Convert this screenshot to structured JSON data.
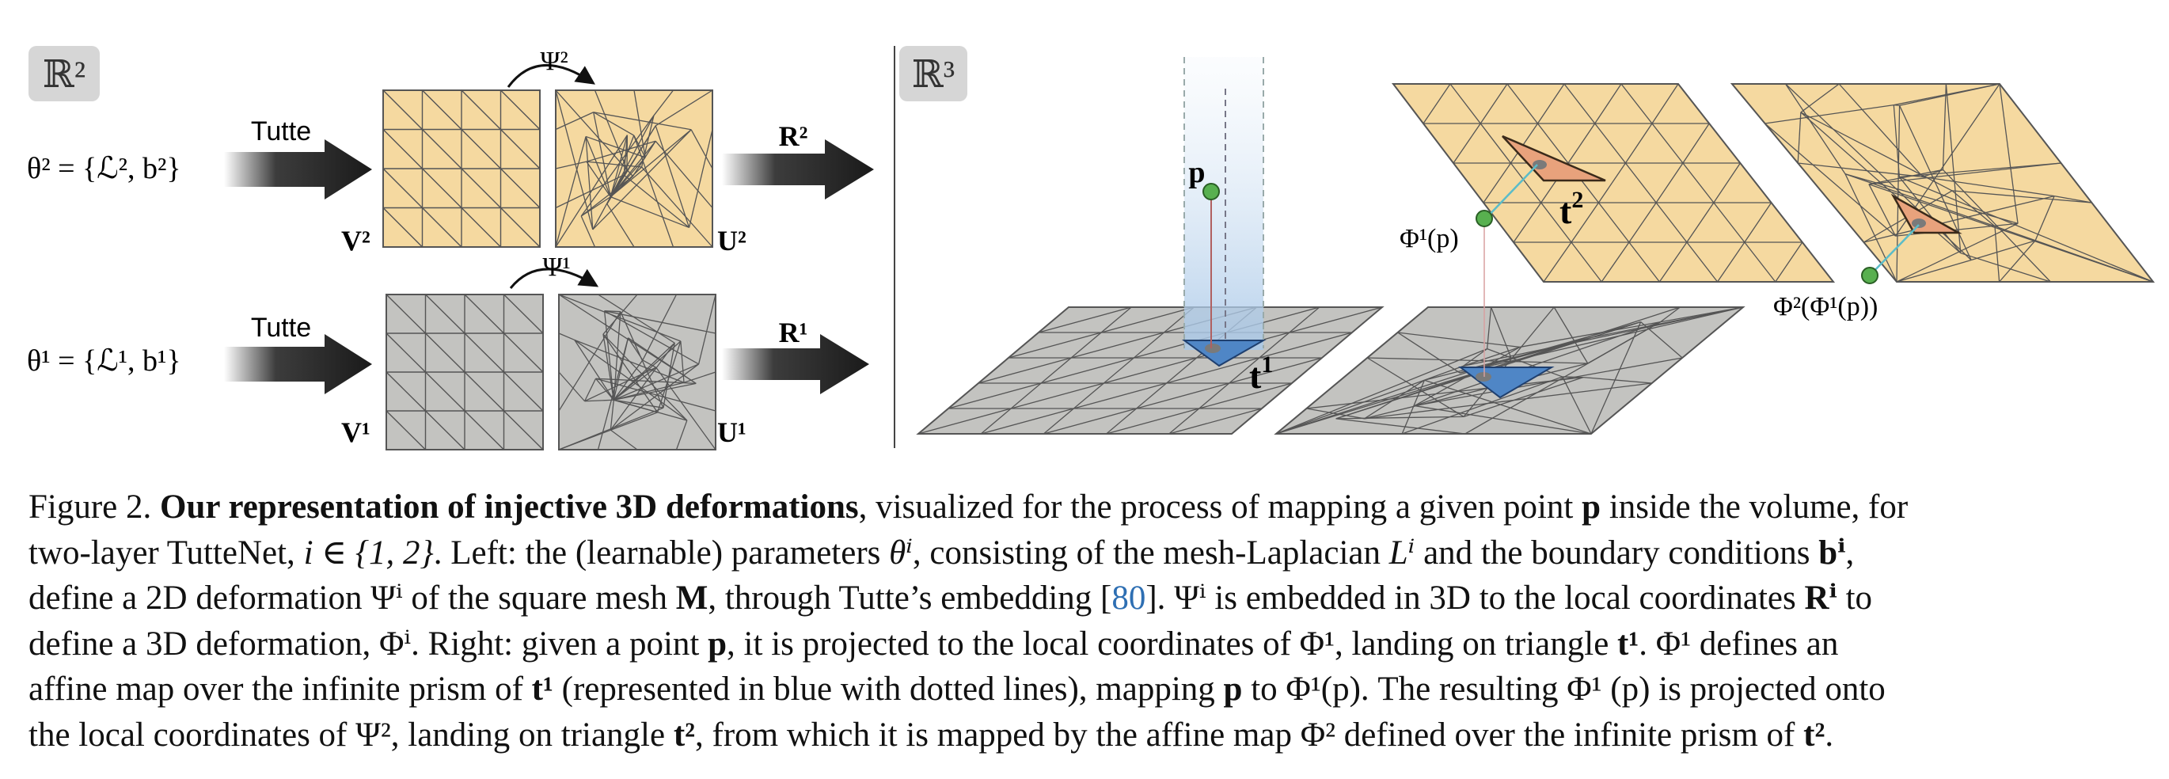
{
  "figure": {
    "left": {
      "domain_label": "ℝ²",
      "rows": [
        {
          "theta": "θ² = {ℒ², b²}",
          "arrow_label": "Tutte",
          "psi": "Ψ²",
          "v": "V²",
          "u": "U²",
          "r": "R²"
        },
        {
          "theta": "θ¹ = {ℒ¹, b¹}",
          "arrow_label": "Tutte",
          "psi": "Ψ¹",
          "v": "V¹",
          "u": "U¹",
          "r": "R¹"
        }
      ]
    },
    "right": {
      "domain_label": "ℝ³",
      "point_label": "p",
      "t1_label": "t",
      "t1_sup": "1",
      "t2_label": "t",
      "t2_sup": "2",
      "phi1_label": "Φ¹(p)",
      "phi2_label": "Φ²(Φ¹(p))"
    },
    "colors": {
      "tan": "#f5d9a0",
      "gray": "#c3c3c0",
      "blue_tri": "#4f86c6",
      "orange_tri": "#e8a27c",
      "green_point": "#58b04f",
      "prism": "#cfe0f0"
    }
  },
  "caption": {
    "lines": [
      [
        "Figure 2. ",
        "Our representation of injective 3D deformations",
        ", visualized for the process of mapping a given point ",
        "p",
        " inside the volume, for"
      ],
      [
        "two-layer TutteNet, ",
        "i ∈ {1, 2}",
        ". Left: the (learnable) parameters ",
        "θⁱ",
        ", consisting of the mesh-Laplacian ",
        "Lⁱ",
        " and the boundary conditions ",
        "bⁱ",
        ","
      ],
      [
        "define a 2D deformation ",
        "Ψⁱ",
        " of the square mesh ",
        "M",
        ", through Tutte’s embedding [",
        "80",
        "]. ",
        "Ψⁱ",
        " is embedded in 3D to the local coordinates ",
        "Rⁱ",
        " to"
      ],
      [
        "define a 3D deformation, ",
        "Φⁱ",
        ". Right: given a point ",
        "p",
        ", it is projected to the local coordinates of ",
        "Φ¹",
        ", landing on triangle ",
        "t¹",
        ". ",
        "Φ¹",
        " defines an"
      ],
      [
        "affine map over the infinite prism of ",
        "t¹",
        " (represented in blue with dotted lines), mapping ",
        "p",
        " to ",
        "Φ¹(p)",
        ". The resulting ",
        "Φ¹ (p)",
        " is projected onto"
      ],
      [
        "the local coordinates of ",
        "Ψ²",
        ", landing on triangle ",
        "t²",
        ", from which it is mapped by the affine map ",
        "Φ²",
        " defined over the infinite prism of ",
        "t²",
        "."
      ]
    ]
  }
}
